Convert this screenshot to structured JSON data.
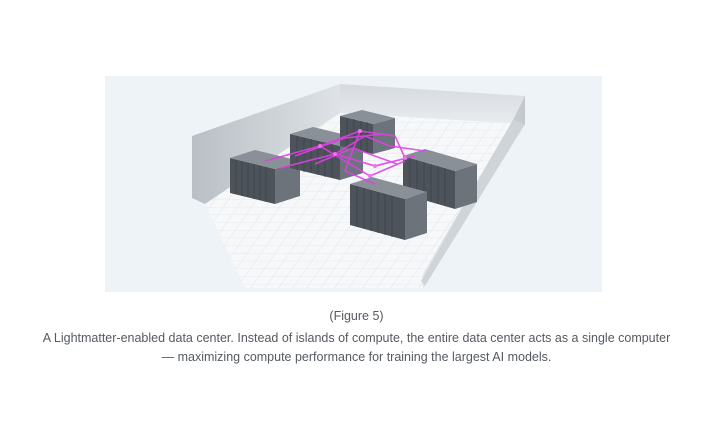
{
  "figure": {
    "alt_icon": "data-center-illustration",
    "label": "(Figure 5)",
    "caption": "A Lightmatter-enabled data center. Instead of islands of compute, the entire data center acts as a single computer — maximizing compute performance for training the largest AI models.",
    "colors": {
      "background": "#eef3f8",
      "wall": "#c9ced3",
      "floor": "#f4f6f8",
      "rack": "#5a6068",
      "link": "#e040e8",
      "text": "#555a60"
    }
  }
}
